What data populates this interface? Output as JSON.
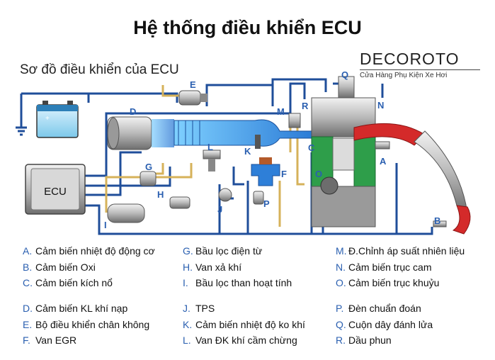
{
  "title": "Hệ thống điều khiển ECU",
  "subtitle": "Sơ đồ điều khiển của ECU",
  "brand": {
    "name": "DECOROTO",
    "tagline": "Cửa Hàng Phụ Kiện Xe Hơi"
  },
  "ecu_label": "ECU",
  "part_letters": [
    "A",
    "B",
    "C",
    "D",
    "E",
    "F",
    "G",
    "H",
    "I",
    "J",
    "K",
    "L",
    "M",
    "N",
    "O",
    "P",
    "Q",
    "R"
  ],
  "legend": [
    {
      "key": "A.",
      "text": "Cảm biến nhiệt độ động cơ"
    },
    {
      "key": "B.",
      "text": "Cảm biến Oxi"
    },
    {
      "key": "C.",
      "text": "Cảm biến kích nổ"
    },
    {
      "key": "D.",
      "text": "Cảm biến KL khí nạp"
    },
    {
      "key": "E.",
      "text": "Bộ điều khiển chân không"
    },
    {
      "key": "F.",
      "text": "Van EGR"
    },
    {
      "key": "G.",
      "text": "Bầu lọc điện từ"
    },
    {
      "key": "H.",
      "text": "Van xả khí"
    },
    {
      "key": "I.",
      "text": "Bầu lọc than hoạt tính"
    },
    {
      "key": "J.",
      "text": "TPS"
    },
    {
      "key": "K.",
      "text": "Cảm biến nhiệt độ ko khí"
    },
    {
      "key": "L.",
      "text": "Van ĐK khí cầm chừng"
    },
    {
      "key": "M.",
      "text": "Đ.Chỉnh áp suất nhiên liệu"
    },
    {
      "key": "N.",
      "text": "Cảm biến trục cam"
    },
    {
      "key": "O.",
      "text": "Cảm biến trục khuỷu"
    },
    {
      "key": "P.",
      "text": "Đèn chuẩn đoán"
    },
    {
      "key": "Q.",
      "text": "Cuộn dây đánh lửa"
    },
    {
      "key": "R.",
      "text": "Dầu phun"
    }
  ],
  "colors": {
    "wire": "#1f4e9a",
    "hose": "#d6b25a",
    "intake": "#2e8fe0",
    "exhaust": "#d42a2a",
    "label": "#2a5fb0"
  }
}
